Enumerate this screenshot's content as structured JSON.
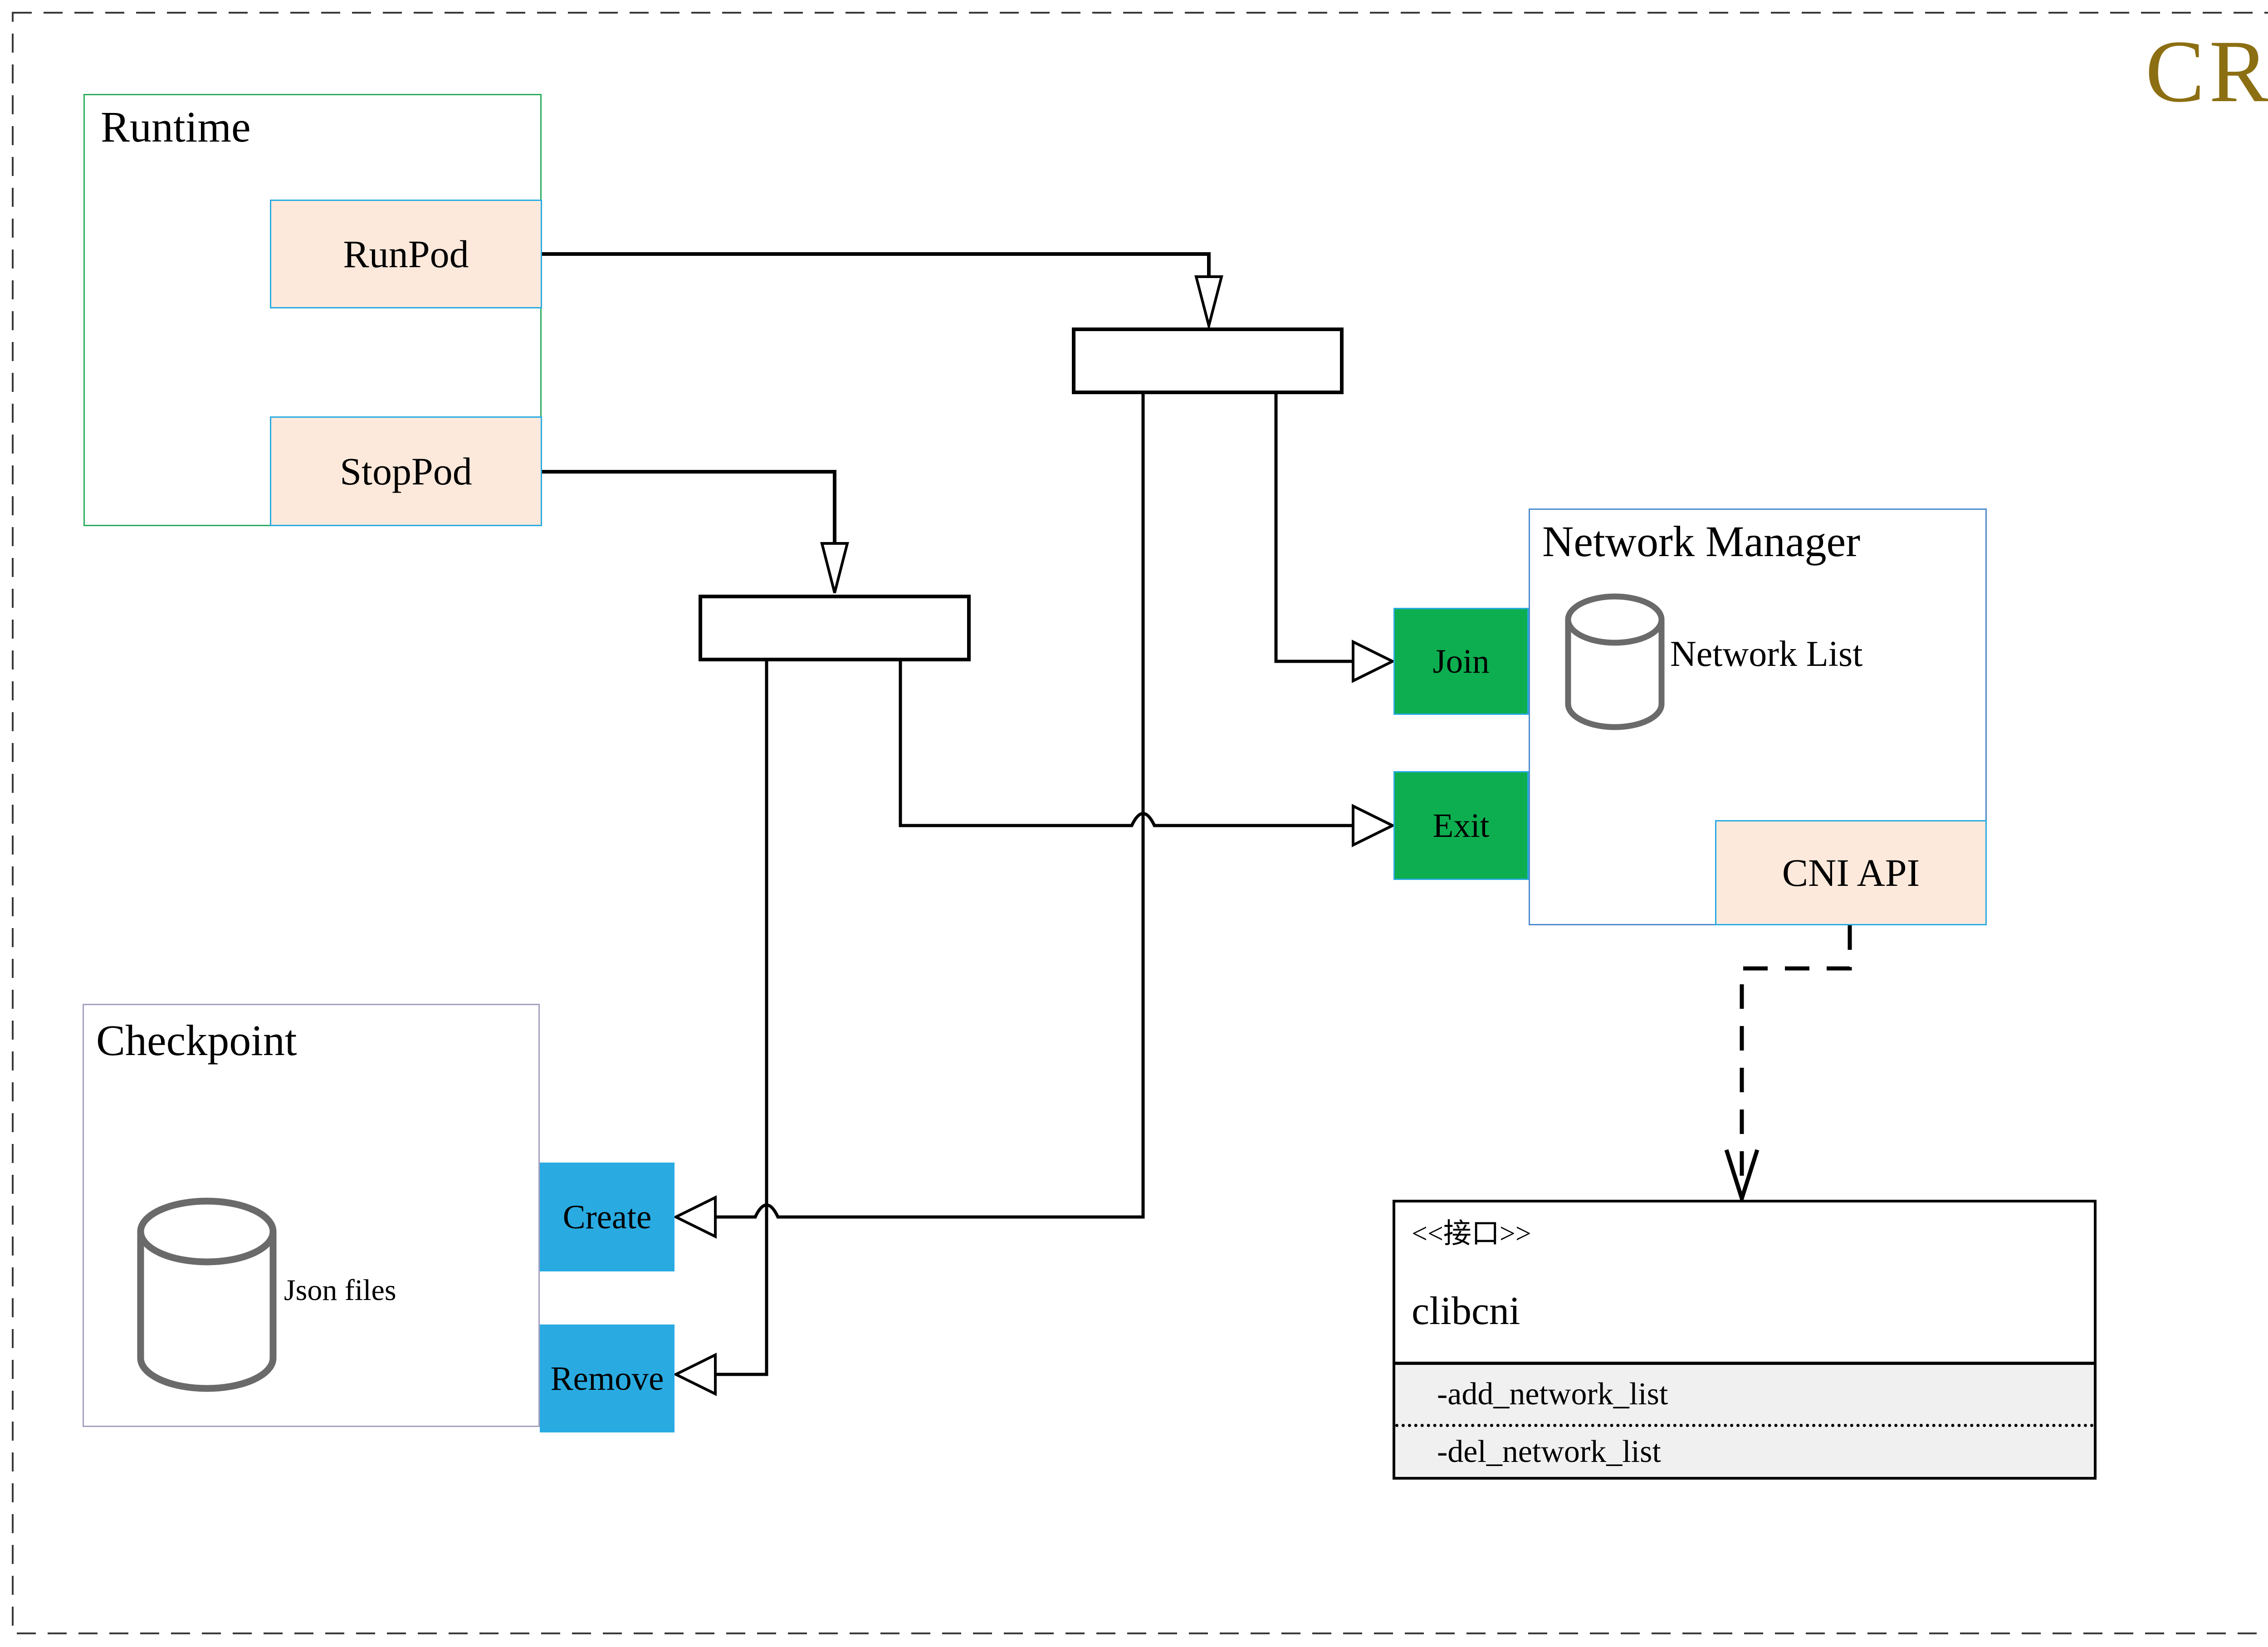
{
  "page": {
    "title": "CRI"
  },
  "runtime": {
    "label": "Runtime",
    "run_pod": "RunPod",
    "stop_pod": "StopPod"
  },
  "network_manager": {
    "label": "Network Manager",
    "network_list": "Network List",
    "join": "Join",
    "exit": "Exit",
    "cni_api": "CNI API"
  },
  "checkpoint": {
    "label": "Checkpoint",
    "json_files": "Json files",
    "create": "Create",
    "remove": "Remove"
  },
  "clibcni": {
    "stereotype": "<<接口>>",
    "name": "clibcni",
    "methods": [
      "-add_network_list",
      "-del_network_list"
    ]
  },
  "colors": {
    "title_gold": "#8C6F12",
    "peach_fill": "#FCE9DB",
    "cyan_border": "#29ABE2",
    "green_fill": "#0CAE4F",
    "blue_fill": "#29ABE2",
    "runtime_border": "#2BAD5C",
    "network_manager_border": "#4E8BCB",
    "checkpoint_border": "#A79FC0",
    "attributes_bg": "#F0F0F0",
    "cylinder_stroke": "#6A6A6A",
    "line_color": "#000000"
  }
}
